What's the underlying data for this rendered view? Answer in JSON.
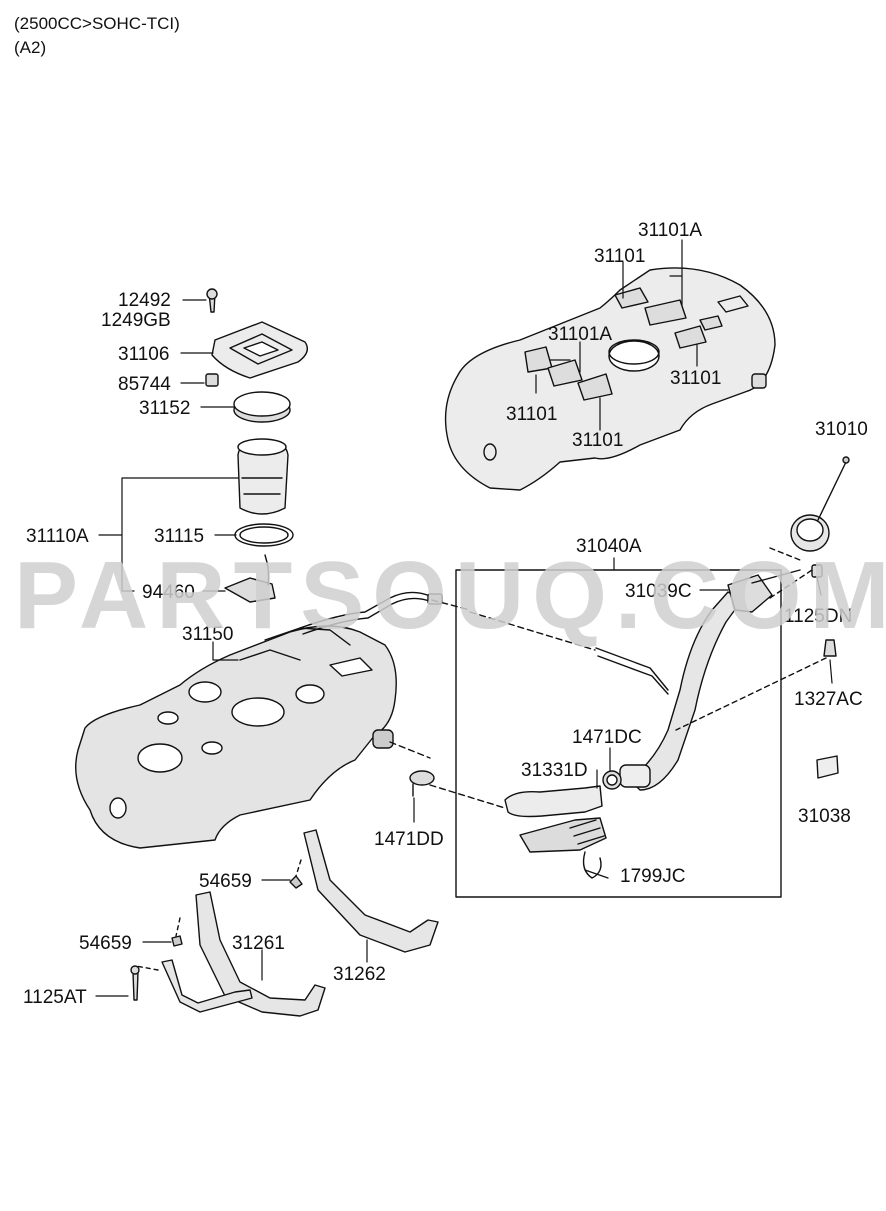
{
  "header": {
    "line1": "(2500CC>SOHC-TCI)",
    "line2": "(A2)"
  },
  "watermark": "PARTSOUQ.COM",
  "part_labels": {
    "p31101A_top": "31101A",
    "p31101_top": "31101",
    "p31101A_mid": "31101A",
    "p31101_right": "31101",
    "p31101_left": "31101",
    "p31101_bottom": "31101",
    "p31010": "31010",
    "p12492": "12492",
    "p1249GB": "1249GB",
    "p31106": "31106",
    "p85744": "85744",
    "p31152": "31152",
    "p31110A": "31110A",
    "p31115": "31115",
    "p94460": "94460",
    "p31040A": "31040A",
    "p31039C": "31039C",
    "p1125DN": "1125DN",
    "p31150": "31150",
    "p1327AC": "1327AC",
    "p1471DC": "1471DC",
    "p31331D": "31331D",
    "p31038": "31038",
    "p1471DD": "1471DD",
    "p1799JC": "1799JC",
    "p54659_a": "54659",
    "p54659_b": "54659",
    "p31261": "31261",
    "p31262": "31262",
    "p1125AT": "1125AT"
  },
  "colors": {
    "line": "#111111",
    "part_fill": "#e6e6e6",
    "watermark": "#cfcfcf"
  }
}
